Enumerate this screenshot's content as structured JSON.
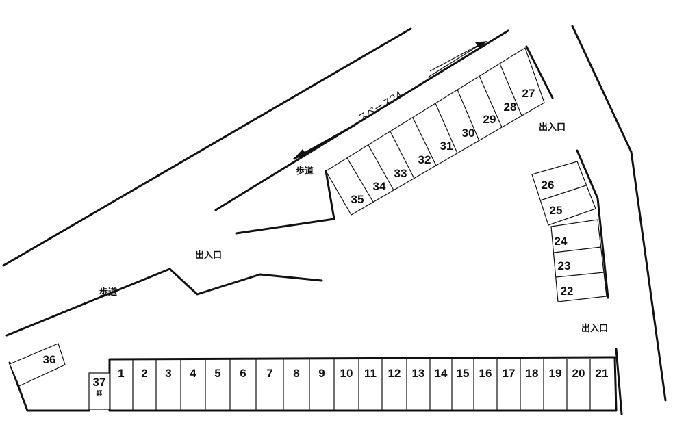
{
  "brand": {
    "name": "スペース24"
  },
  "labels": {
    "sidewalk_upper": "歩道",
    "sidewalk_lower": "歩道",
    "entrance_top_right": "出入口",
    "entrance_middle": "出入口",
    "entrance_right": "出入口"
  },
  "spaces": {
    "s1": "1",
    "s2": "2",
    "s3": "3",
    "s4": "4",
    "s5": "5",
    "s6": "6",
    "s7": "7",
    "s8": "8",
    "s9": "9",
    "s10": "10",
    "s11": "11",
    "s12": "12",
    "s13": "13",
    "s14": "14",
    "s15": "15",
    "s16": "16",
    "s17": "17",
    "s18": "18",
    "s19": "19",
    "s20": "20",
    "s21": "21",
    "s22": "22",
    "s23": "23",
    "s24": "24",
    "s25": "25",
    "s26": "26",
    "s27": "27",
    "s28": "28",
    "s29": "29",
    "s30": "30",
    "s31": "31",
    "s32": "32",
    "s33": "33",
    "s34": "34",
    "s35": "35",
    "s36": "36",
    "s37": "37",
    "s37_note": "軽"
  }
}
